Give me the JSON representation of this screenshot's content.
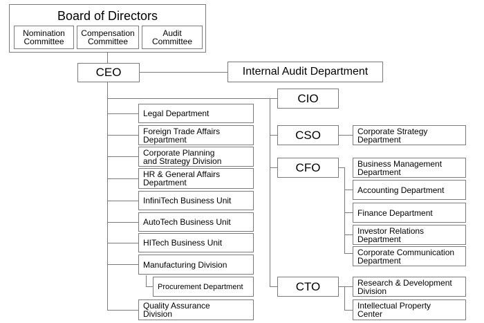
{
  "board": {
    "title": "Board of Directors",
    "committees": [
      "Nomination\nCommittee",
      "Compensation\nCommittee",
      "Audit\nCommittee"
    ]
  },
  "ceo": "CEO",
  "internal_audit": "Internal Audit Department",
  "ceo_departments": [
    "Legal Department",
    "Foreign Trade Affairs\nDepartment",
    "Corporate Planning\nand Strategy Division",
    "HR & General Affairs\nDepartment",
    "InfiniTech Business Unit",
    "AutoTech Business Unit",
    "HITech Business Unit",
    "Manufacturing Division",
    "Procurement Department",
    "Quality Assurance\nDivision"
  ],
  "executives": {
    "cio": "CIO",
    "cso": "CSO",
    "cfo": "CFO",
    "cto": "CTO"
  },
  "cso_departments": [
    "Corporate Strategy\nDepartment"
  ],
  "cfo_departments": [
    "Business Management\nDepartment",
    "Accounting Department",
    "Finance Department",
    "Investor Relations\nDepartment",
    "Corporate Communication\nDepartment"
  ],
  "cto_departments": [
    "Research & Development\nDivision",
    "Intellectual Property\nCenter"
  ]
}
